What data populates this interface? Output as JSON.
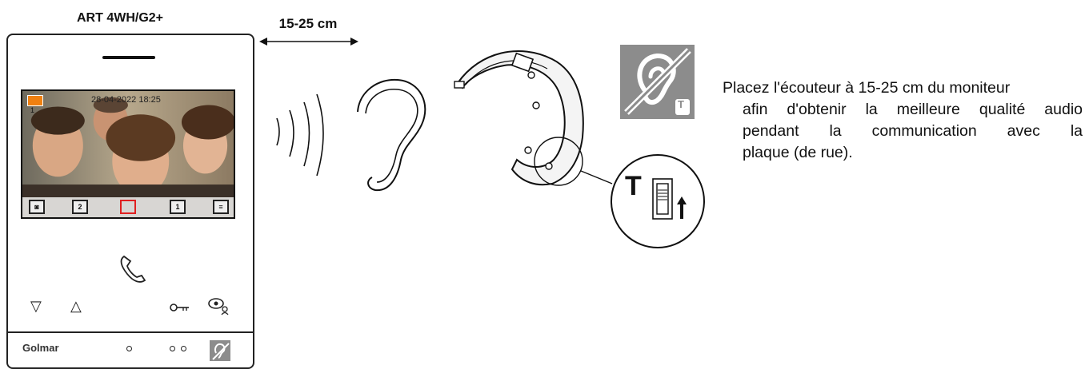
{
  "model_label": "ART 4WH/G2+",
  "distance_label": "15-25 cm",
  "screen": {
    "timestamp": "28-04-2022 18:25",
    "camera_number": "1",
    "toolbar": [
      "photo-icon",
      "key2-icon",
      "hangup-icon",
      "key1-icon",
      "menu-icon"
    ],
    "key2_sub": "2",
    "key1_sub": "1"
  },
  "monitor_controls": {
    "down": "▽",
    "up": "△"
  },
  "brand": "Golmar",
  "telecoil_switch_letter": "T",
  "hearing_loop_letter": "T",
  "caption": {
    "line1": "Placez l'écouteur à 15-25 cm du moniteur",
    "line2": "afin d'obtenir la meilleure qualité audio",
    "line3": "pendant la communication avec la",
    "line4": "plaque (de rue)."
  },
  "colors": {
    "hearing_sign_bg": "#8c8c8c",
    "hangup": "#e02020",
    "camera_badge": "#f08010"
  }
}
